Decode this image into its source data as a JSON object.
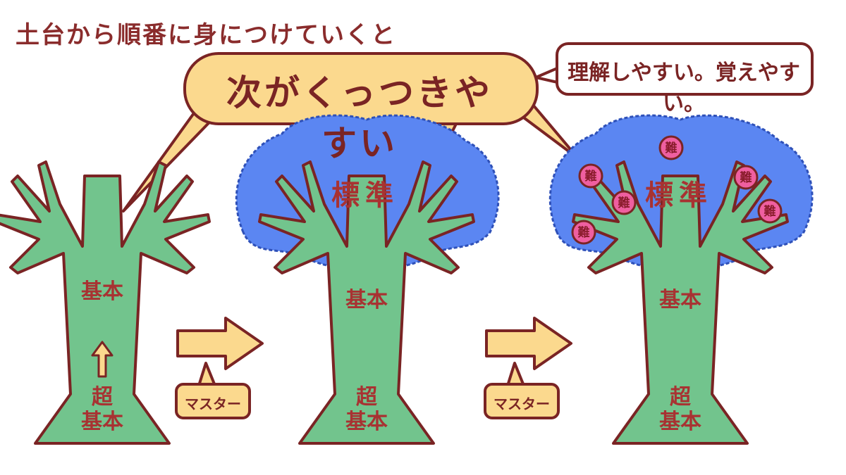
{
  "title": "土台から順番に身につけていくと",
  "speech_bubble": "次がくっつきやすい",
  "note_bubble": "理解しやすい。覚えやすい。",
  "trees": [
    {
      "trunk_top": "基本",
      "trunk_arrow": "↑",
      "trunk_bottom": "超\n基本"
    },
    {
      "canopy": "標準",
      "trunk_top": "基本",
      "trunk_bottom": "超\n基本"
    },
    {
      "canopy": "標準",
      "trunk_top": "基本",
      "trunk_bottom": "超\n基本",
      "fruits": [
        "難",
        "難",
        "難",
        "難",
        "難",
        "難"
      ]
    }
  ],
  "steps": [
    {
      "label": "マスター"
    },
    {
      "label": "マスター"
    }
  ],
  "colors": {
    "outline": "#7a2424",
    "trunk": "#72c48d",
    "canopy": "#5b86f2",
    "accent": "#fbd98e",
    "fruit": "#ef5fa0"
  }
}
